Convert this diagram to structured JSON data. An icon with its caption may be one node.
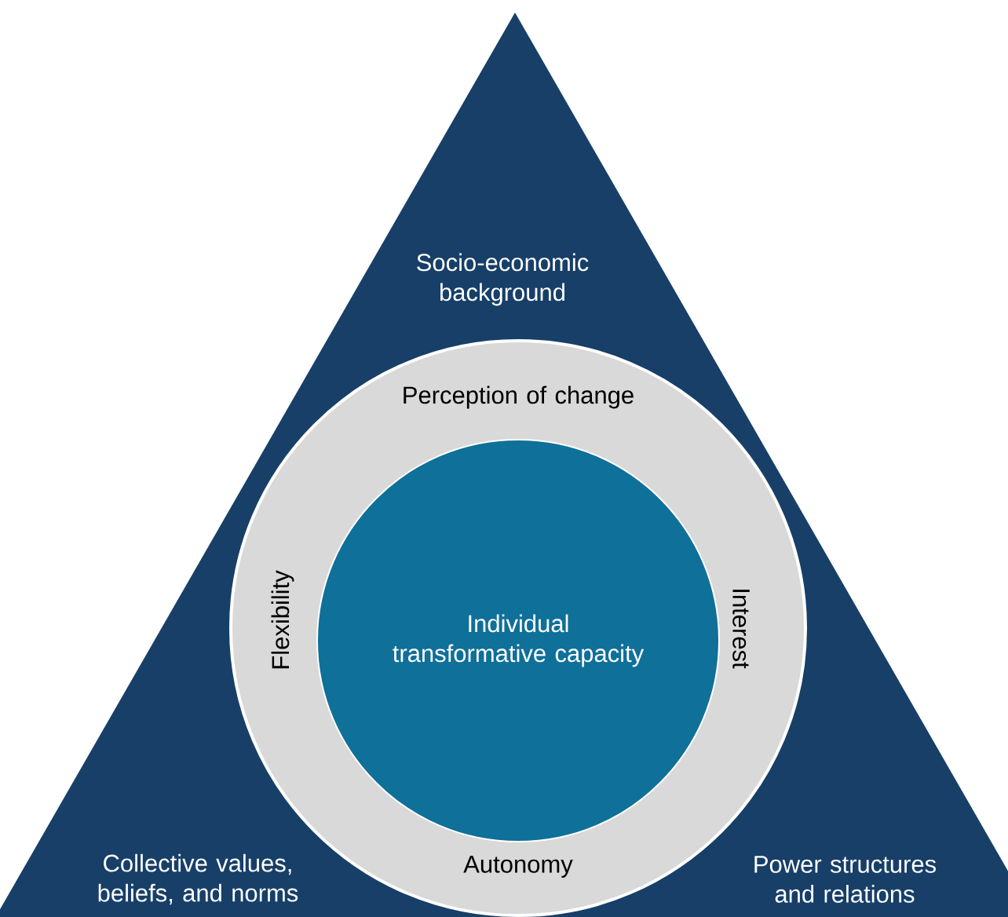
{
  "diagram": {
    "nodes": [
      {
        "text": [
          "Socio-economic background",
          "Collective values, beliefs, and norms",
          "Power structures and relations"
        ]
      },
      {
        "text": [
          "Perception of change",
          "Interest",
          "Autonomy",
          "Flexibility"
        ],
        "in": 0
      },
      {
        "text": [
          "Individual transformative capacity"
        ],
        "in": 1
      }
    ]
  }
}
